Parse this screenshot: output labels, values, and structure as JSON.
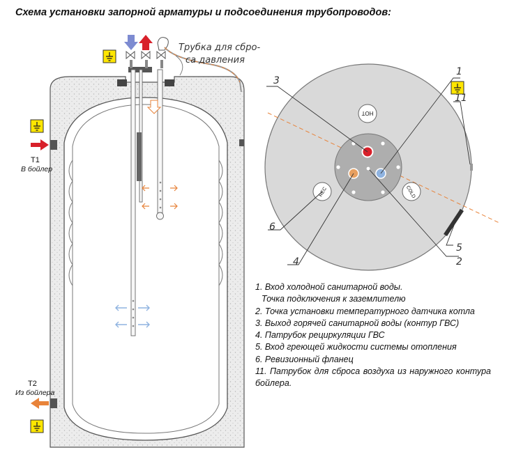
{
  "title": "Схема установки запорной арматуры и подсоединения трубопроводов:",
  "left": {
    "pressure_relief_label_line1": "Трубка для сбро-",
    "pressure_relief_label_line2": "са давления",
    "t1_label": "T1",
    "t1_caption": "В бойлер",
    "t2_label": "T2",
    "t2_caption": "Из бойлера"
  },
  "right": {
    "callouts": [
      "1",
      "2",
      "3",
      "4",
      "5",
      "6",
      "11"
    ],
    "hot_label": "HOT",
    "cold_label": "COLD",
    "rec_label": "REC"
  },
  "legend": {
    "items": [
      "1. Вход холодной санитарной воды.",
      "Точка подключения к заземлителю",
      "2. Точка установки температурного датчика котла",
      "3. Выход горячей санитарной воды (контур ГВС)",
      "4. Патрубок рециркуляции ГВС",
      "5. Вход греющей жидкости системы отопления",
      "6. Ревизионный фланец",
      "11. Патрубок для сброса воздуха из наружного контура бойлера."
    ]
  },
  "colors": {
    "cold_blue": "#7d8bd1",
    "hot_red": "#d8202a",
    "recirc_orange": "#e8833a",
    "ground_yellow": "#ffe600",
    "flange_gray": "#aeaeae",
    "disc_gray": "#d9d9d9",
    "insulation_gray": "#ededed"
  }
}
